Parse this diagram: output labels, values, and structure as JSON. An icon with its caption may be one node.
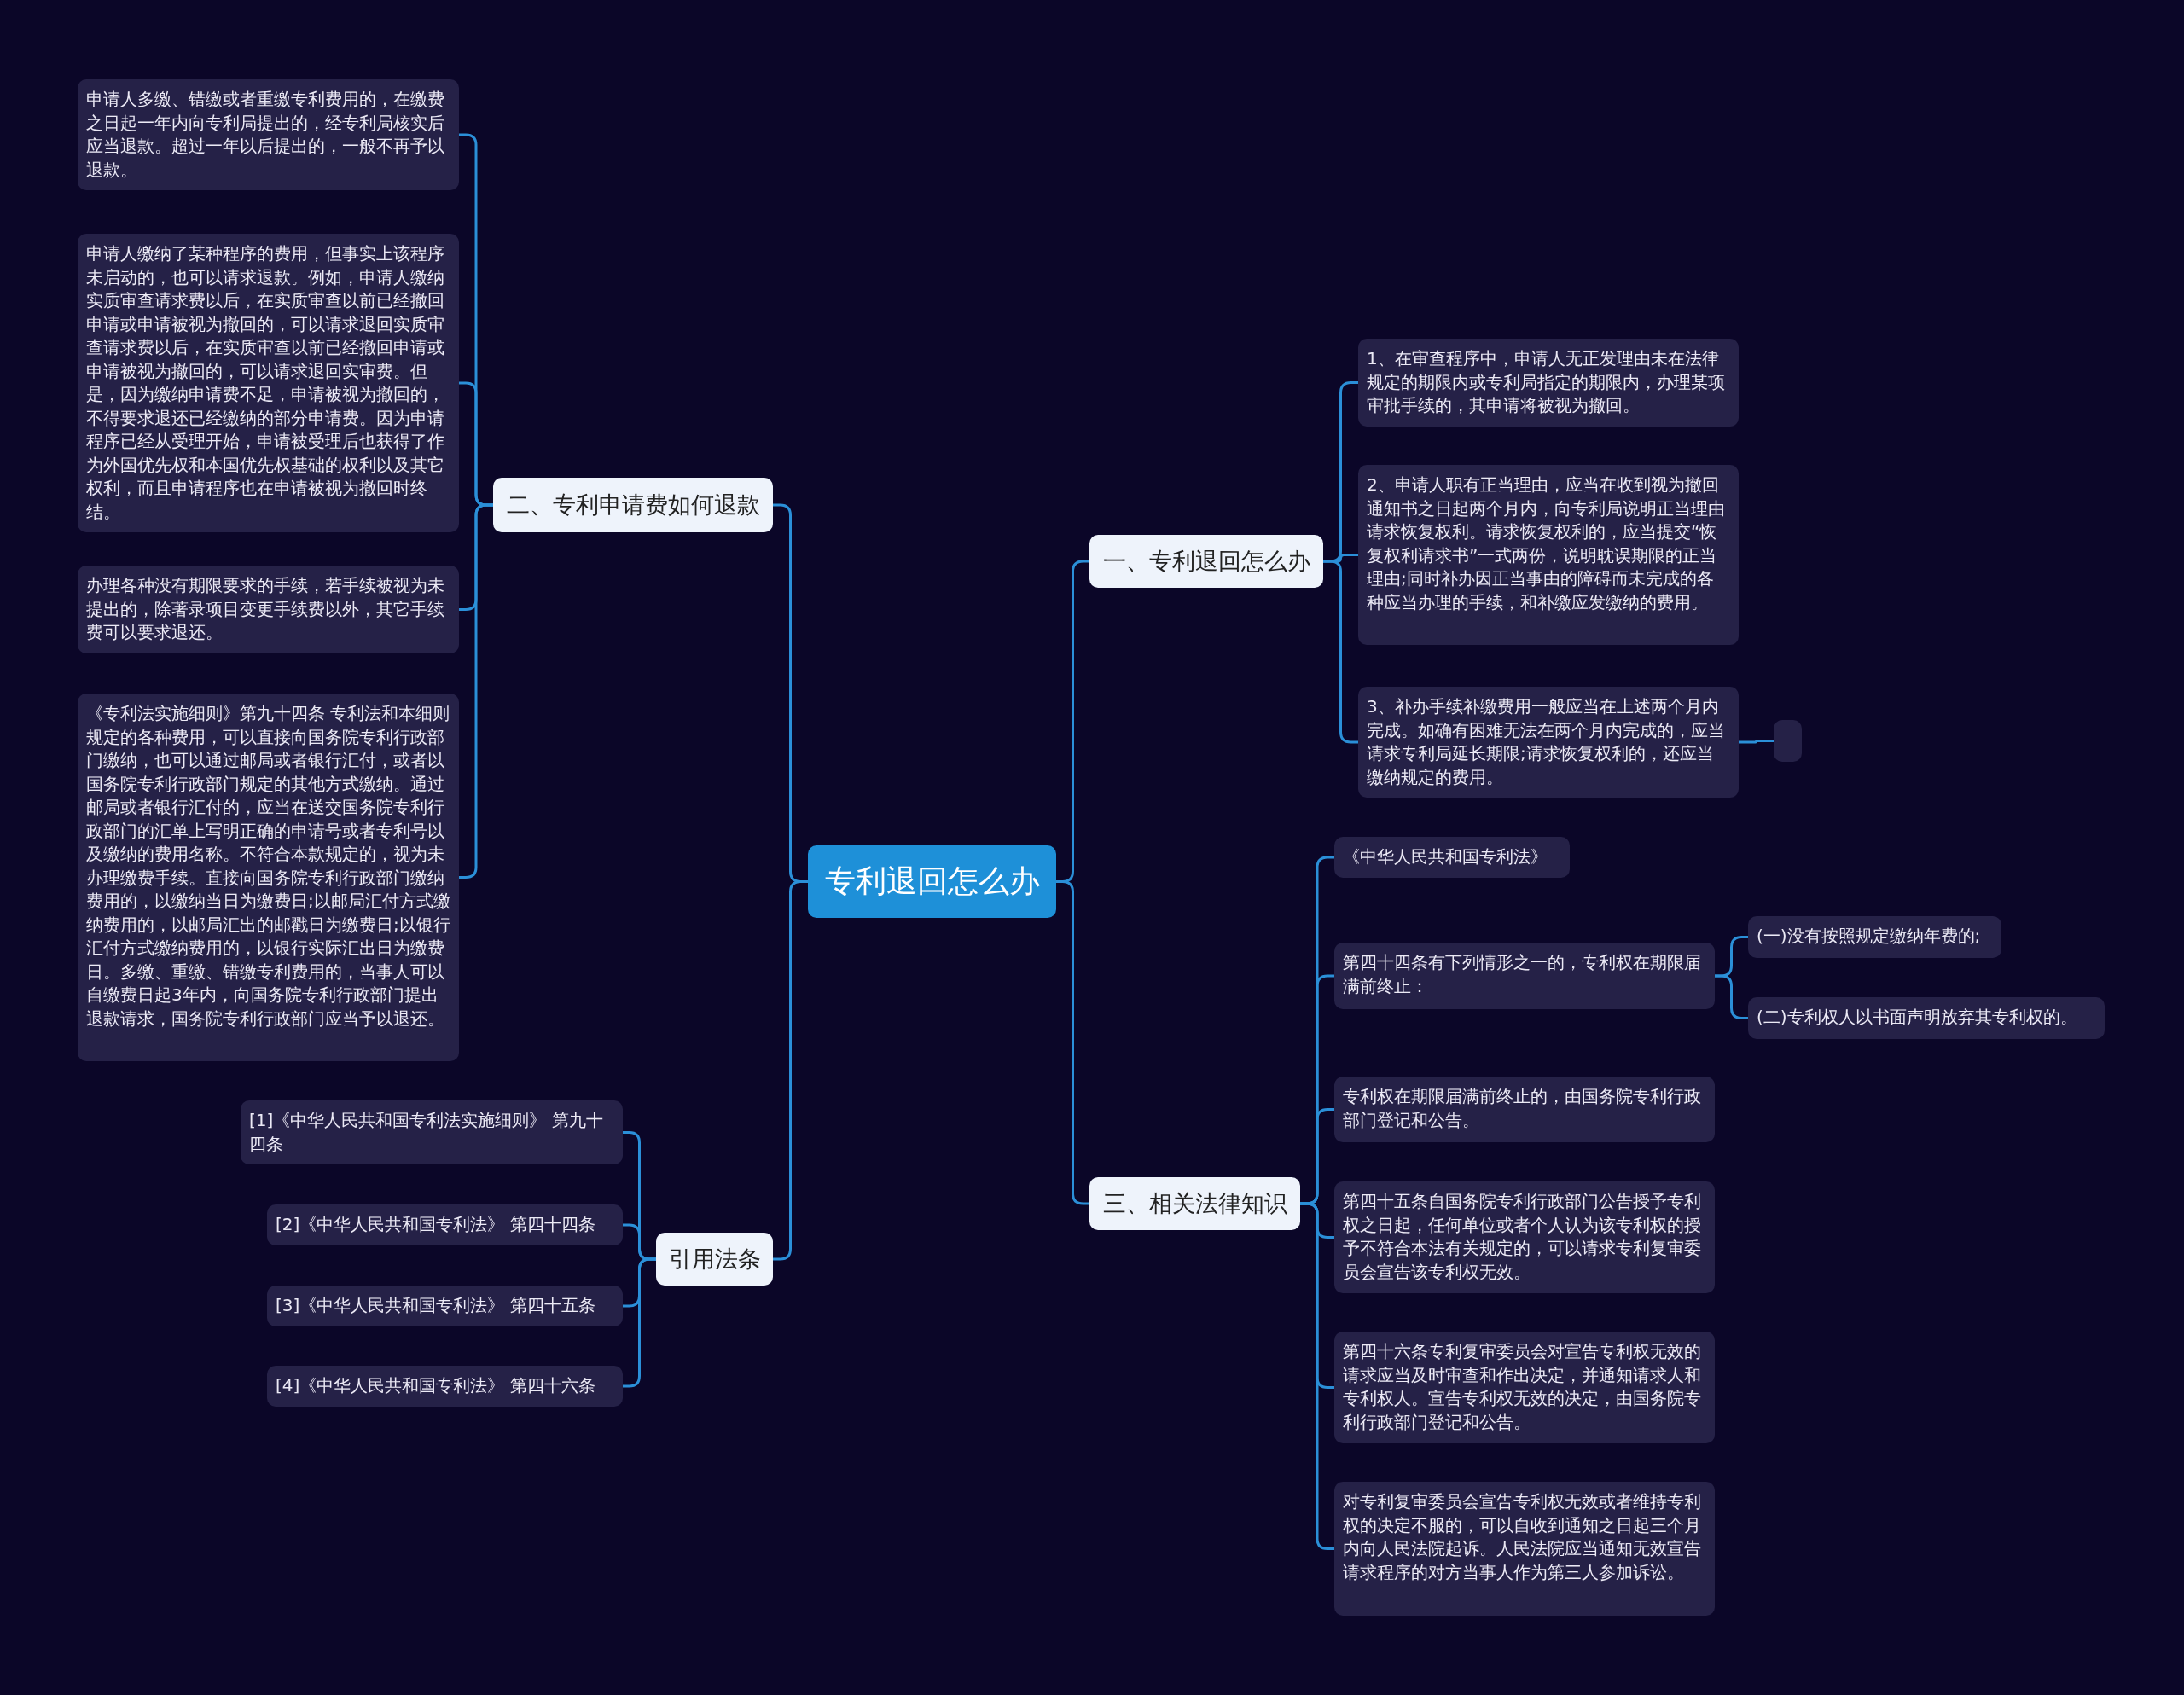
{
  "diagram": {
    "nodes": [
      {
        "text": [
          "专利退回怎么办"
        ]
      },
      {
        "text": [
          "一、专利退回怎么办"
        ]
      },
      {
        "text": [
          "1、在审查程序中，申请人无正发理由未在法律规定的期限内或专利局指定的期限内，办理某项审批手续的，其申请将被视为撤回。"
        ]
      },
      {
        "text": [
          "2、申请人职有正当理由，应当在收到视为撤回通知书之日起两个月内，向专利局说明正当理由请求恢复权利。请求恢复权利的，应当提交“恢复权利请求书”一式两份，说明耽误期限的正当理由;同时补办因正当事由的障碍而未完成的各种应当办理的手续，和补缴应发缴纳的费用。"
        ]
      },
      {
        "text": [
          "3、补办手续补缴费用一般应当在上述两个月内完成。如确有困难无法在两个月内完成的，应当请求专利局延长期限;请求恢复权利的，还应当缴纳规定的费用。"
        ]
      },
      {
        "text": [],
        "shape": "box"
      },
      {
        "text": [
          "三、相关法律知识"
        ]
      },
      {
        "text": [
          "《中华人民共和国专利法》"
        ]
      },
      {
        "text": [
          "第四十四条有下列情形之一的，专利权在期限届满前终止："
        ]
      },
      {
        "text": [
          "(一)没有按照规定缴纳年费的;"
        ]
      },
      {
        "text": [
          "(二)专利权人以书面声明放弃其专利权的。"
        ]
      },
      {
        "text": [
          "专利权在期限届满前终止的，由国务院专利行政部门登记和公告。"
        ]
      },
      {
        "text": [
          "第四十五条自国务院专利行政部门公告授予专利权之日起，任何单位或者个人认为该专利权的授予不符合本法有关规定的，可以请求专利复审委员会宣告该专利权无效。"
        ]
      },
      {
        "text": [
          "第四十六条专利复审委员会对宣告专利权无效的请求应当及时审查和作出决定，并通知请求人和专利权人。宣告专利权无效的决定，由国务院专利行政部门登记和公告。"
        ]
      },
      {
        "text": [
          "对专利复审委员会宣告专利权无效或者维持专利权的决定不服的，可以自收到通知之日起三个月内向人民法院起诉。人民法院应当通知无效宣告请求程序的对方当事人作为第三人参加诉讼。"
        ]
      },
      {
        "text": [
          "二、专利申请费如何退款"
        ]
      },
      {
        "text": [
          "申请人多缴、错缴或者重缴专利费用的，在缴费之日起一年内向专利局提出的，经专利局核实后应当退款。超过一年以后提出的，一般不再予以退款。"
        ]
      },
      {
        "text": [
          "申请人缴纳了某种程序的费用，但事实上该程序未启动的，也可以请求退款。例如，申请人缴纳实质审查请求费以后，在实质审查以前已经撤回申请或申请被视为撤回的，可以请求退回实质审查请求费以后，在实质审查以前已经撤回申请或申请被视为撤回的，可以请求退回实审费。但是，因为缴纳申请费不足，申请被视为撤回的，不得要求退还已经缴纳的部分申请费。因为申请程序已经从受理开始，申请被受理后也获得了作为外国优先权和本国优先权基础的权利以及其它权利，而且申请程序也在申请被视为撤回时终结。"
        ]
      },
      {
        "text": [
          "办理各种没有期限要求的手续，若手续被视为未提出的，除著录项目变更手续费以外，其它手续费可以要求退还。"
        ]
      },
      {
        "text": [
          "《专利法实施细则》第九十四条  专利法和本细则规定的各种费用，可以直接向国务院专利行政部门缴纳，也可以通过邮局或者银行汇付，或者以国务院专利行政部门规定的其他方式缴纳。通过邮局或者银行汇付的，应当在送交国务院专利行政部门的汇单上写明正确的申请号或者专利号以及缴纳的费用名称。不符合本款规定的，视为未办理缴费手续。直接向国务院专利行政部门缴纳费用的，以缴纳当日为缴费日;以邮局汇付方式缴纳费用的，以邮局汇出的邮戳日为缴费日;以银行汇付方式缴纳费用的，以银行实际汇出日为缴费日。多缴、重缴、错缴专利费用的，当事人可以自缴费日起3年内，向国务院专利行政部门提出退款请求，国务院专利行政部门应当予以退还。"
        ]
      },
      {
        "text": [
          "引用法条"
        ]
      },
      {
        "text": [
          "[1]《中华人民共和国专利法实施细则》 第九十四条"
        ]
      },
      {
        "text": [
          "[2]《中华人民共和国专利法》 第四十四条"
        ]
      },
      {
        "text": [
          "[3]《中华人民共和国专利法》 第四十五条"
        ]
      },
      {
        "text": [
          "[4]《中华人民共和国专利法》 第四十六条"
        ]
      }
    ],
    "edges": [
      {
        "from": 0,
        "to": 1,
        "arrow": "none"
      },
      {
        "from": 1,
        "to": 2,
        "arrow": "none"
      },
      {
        "from": 1,
        "to": 3,
        "arrow": "none"
      },
      {
        "from": 1,
        "to": 4,
        "arrow": "none"
      },
      {
        "from": 4,
        "to": 5,
        "arrow": "none"
      },
      {
        "from": 0,
        "to": 6,
        "arrow": "none"
      },
      {
        "from": 6,
        "to": 7,
        "arrow": "none"
      },
      {
        "from": 6,
        "to": 8,
        "arrow": "none"
      },
      {
        "from": 8,
        "to": 9,
        "arrow": "none"
      },
      {
        "from": 8,
        "to": 10,
        "arrow": "none"
      },
      {
        "from": 6,
        "to": 11,
        "arrow": "none"
      },
      {
        "from": 6,
        "to": 12,
        "arrow": "none"
      },
      {
        "from": 6,
        "to": 13,
        "arrow": "none"
      },
      {
        "from": 6,
        "to": 14,
        "arrow": "none"
      },
      {
        "from": 0,
        "to": 15,
        "arrow": "none"
      },
      {
        "from": 15,
        "to": 16,
        "arrow": "none"
      },
      {
        "from": 15,
        "to": 17,
        "arrow": "none"
      },
      {
        "from": 15,
        "to": 18,
        "arrow": "none"
      },
      {
        "from": 15,
        "to": 19,
        "arrow": "none"
      },
      {
        "from": 0,
        "to": 20,
        "arrow": "none"
      },
      {
        "from": 20,
        "to": 21,
        "arrow": "none"
      },
      {
        "from": 20,
        "to": 22,
        "arrow": "none"
      },
      {
        "from": 20,
        "to": 23,
        "arrow": "none"
      },
      {
        "from": 20,
        "to": 24,
        "arrow": "none"
      }
    ]
  }
}
